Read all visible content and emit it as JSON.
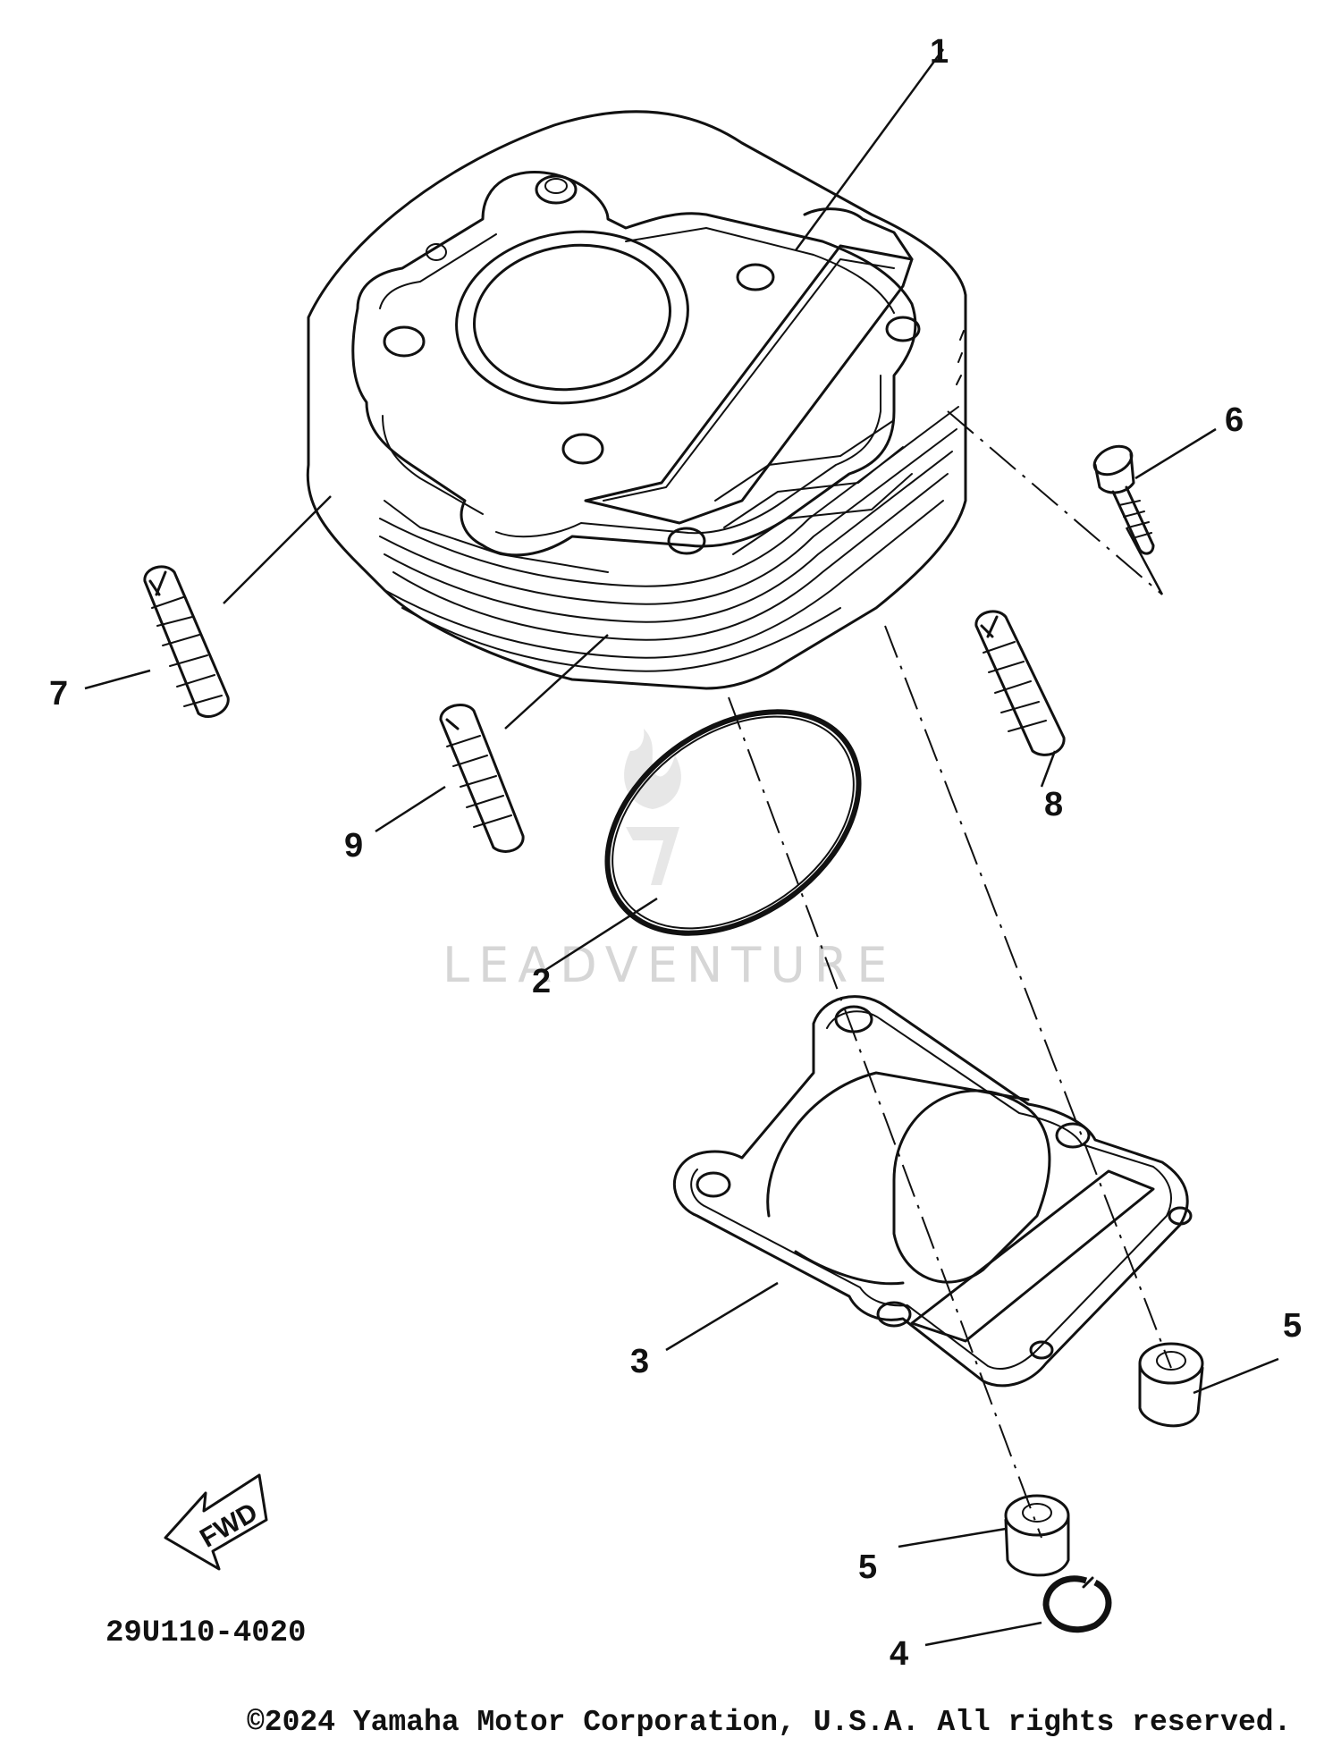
{
  "diagram": {
    "drawing_code": "29U110-4020",
    "copyright": "©2024 Yamaha Motor Corporation, U.S.A. All rights reserved.",
    "watermark": "LEADVENTURE",
    "direction_arrow": "FWD",
    "callouts": {
      "c1": "1",
      "c2": "2",
      "c3": "3",
      "c4": "4",
      "c5a": "5",
      "c5b": "5",
      "c6": "6",
      "c7": "7",
      "c8": "8",
      "c9": "9"
    }
  }
}
